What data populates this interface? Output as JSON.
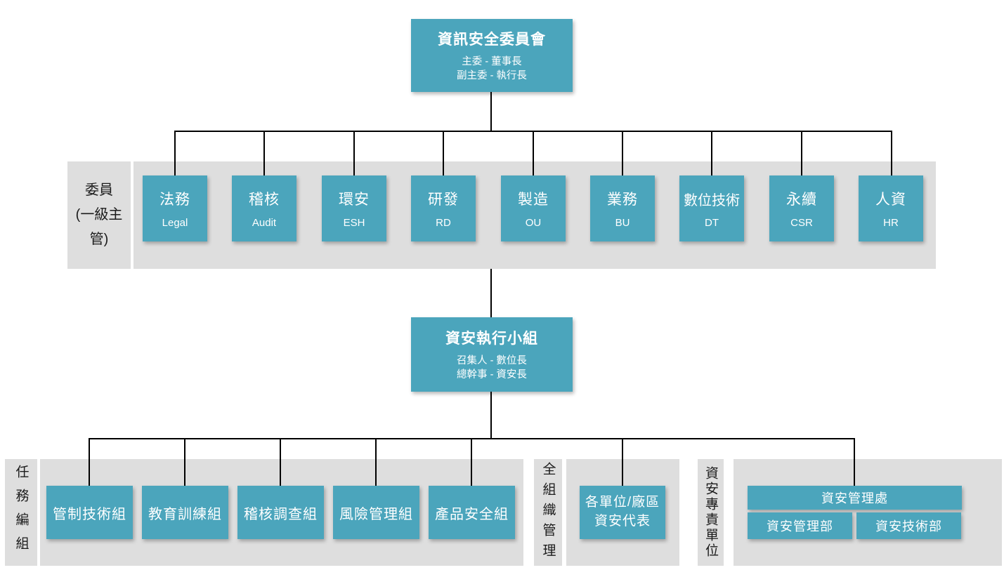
{
  "palette": {
    "node_teal": "#4ba5bc",
    "band_gray": "#dedede",
    "connector_black": "#000000",
    "node_text_white": "#ffffff",
    "label_text_dark": "#1b1b1b"
  },
  "committee": {
    "title": "資訊安全委員會",
    "subtitle1": "主委 - 董事長",
    "subtitle2": "副主委 - 執行長"
  },
  "members_band": {
    "label_line1": "委員",
    "label_line2": "(一級主管)",
    "members": [
      {
        "zh": "法務",
        "en": "Legal"
      },
      {
        "zh": "稽核",
        "en": "Audit"
      },
      {
        "zh": "環安",
        "en": "ESH"
      },
      {
        "zh": "研發",
        "en": "RD"
      },
      {
        "zh": "製造",
        "en": "OU"
      },
      {
        "zh": "業務",
        "en": "BU"
      },
      {
        "zh": "數位技術",
        "en": "DT"
      },
      {
        "zh": "永續",
        "en": "CSR"
      },
      {
        "zh": "人資",
        "en": "HR"
      }
    ]
  },
  "exec_team": {
    "title": "資安執行小組",
    "subtitle1": "召集人 - 數位長",
    "subtitle2": "總幹事 - 資安長"
  },
  "task_band": {
    "label": "任務編組",
    "groups": [
      "管制技術組",
      "教育訓練組",
      "稽核調查組",
      "風險管理組",
      "產品安全組"
    ]
  },
  "orgwide_band": {
    "label": "全組織管理",
    "rep_line1": "各單位/廠區",
    "rep_line2": "資安代表"
  },
  "dedicated_band": {
    "label": "資安專責單位",
    "division": "資安管理處",
    "dept_left": "資安管理部",
    "dept_right": "資安技術部"
  }
}
